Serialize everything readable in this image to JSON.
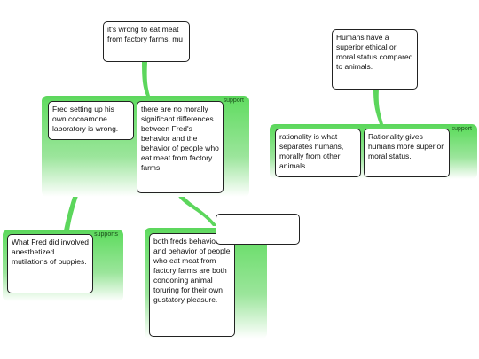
{
  "colors": {
    "group_green": "#5cd65c",
    "card_border": "#222222"
  },
  "claims": {
    "root_left": "it's wrong to eat meat from factory farms. mu",
    "root_right": "Humans have a superior ethical or moral status compared to animals.",
    "fred_lab": "Fred setting up his own cocoamone laboratory is wrong.",
    "no_differences": "there are no morally significant differences between Fred's behavior and the behavior of people who eat meat from factory farms.",
    "rationality_separates": "rationality is what separates humans, morally from other animals.",
    "rationality_gives": "Rationality gives humans more superior moral status.",
    "fred_did": "What Fred did involved anesthetized mutilations of puppies.",
    "both_condoning": "both freds behavior and behavior of people who eat meat from factory farms are both condoning animal toruring for their own gustatory pleasure.",
    "empty_box": ""
  },
  "group_labels": {
    "support_left": "support",
    "support_right": "support",
    "supports_small": "supports"
  }
}
